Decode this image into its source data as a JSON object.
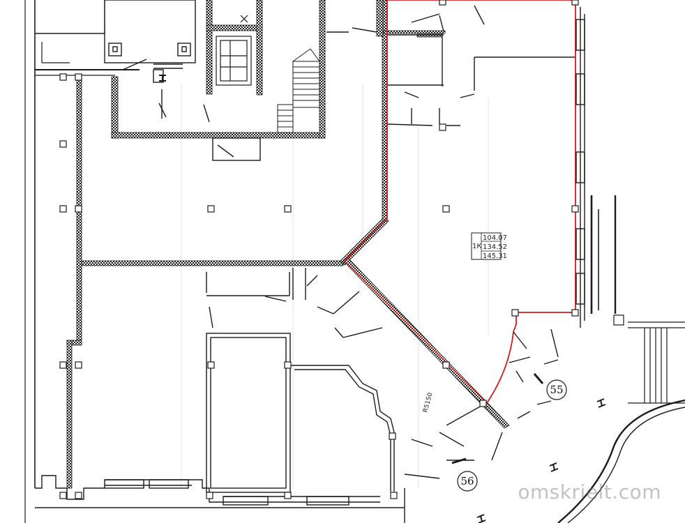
{
  "unit": {
    "code": "1К",
    "area_1": "104.07",
    "area_2": "134.52",
    "area_3": "145.31"
  },
  "rooms": {
    "r55": "55",
    "r56": "56"
  },
  "radius_label": "R5150",
  "watermark": "omskrielt.com",
  "colors": {
    "wall": "#1a1a1a",
    "highlight": "#d21a1a",
    "background": "#ffffff"
  }
}
